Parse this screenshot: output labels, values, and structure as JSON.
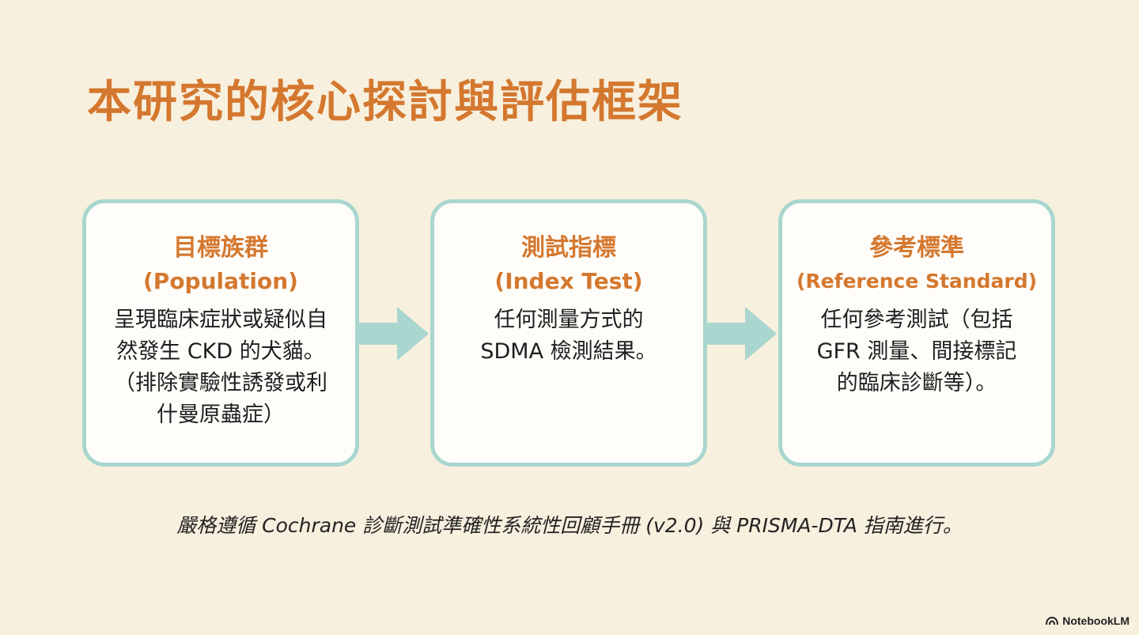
{
  "title": "本研究的核心探討與評估框架",
  "cards": [
    {
      "title": "目標族群",
      "subtitle": "(Population)",
      "lines": [
        "呈現臨床症狀或疑似自",
        "然發生 CKD 的犬貓。",
        "（排除實驗性誘發或利",
        "什曼原蟲症）"
      ]
    },
    {
      "title": "測試指標",
      "subtitle": "(Index Test)",
      "lines": [
        "任何測量方式的",
        "SDMA 檢測結果。"
      ]
    },
    {
      "title": "參考標準",
      "subtitle": "(Reference Standard)",
      "lines": [
        "任何參考測試（包括",
        "GFR 測量、間接標記",
        "的臨床診斷等）。"
      ]
    }
  ],
  "footnote": "嚴格遵循 Cochrane 診斷測試準確性系統性回顧手冊 (v2.0) 與 PRISMA-DTA 指南進行。",
  "brand": "NotebookLM",
  "colors": {
    "background": "#f8f0de",
    "accent_orange": "#d4782f",
    "card_border": "#a9d6cf",
    "arrow": "#a9d6cf"
  }
}
